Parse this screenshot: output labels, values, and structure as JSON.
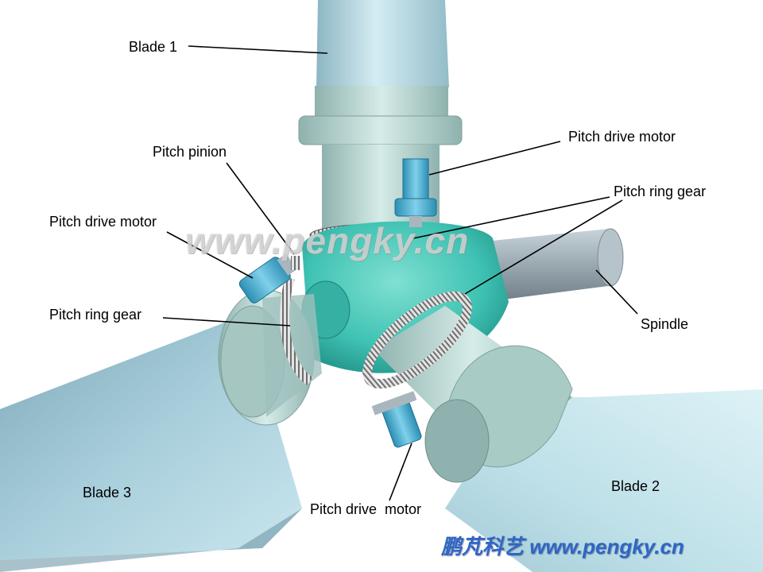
{
  "labels": {
    "blade1": "Blade 1",
    "blade2": "Blade 2",
    "blade3": "Blade 3",
    "spindle": "Spindle",
    "pinion": "Pitch pinion",
    "motor_top": "Pitch drive motor",
    "motor_left": "Pitch drive motor",
    "motor_bottom": "Pitch drive  motor",
    "ring_top": "Pitch ring gear",
    "ring_left": "Pitch ring gear"
  },
  "watermarks": {
    "center": "www.pengky.cn",
    "footer": "鹏芃科艺 www.pengky.cn"
  },
  "colors": {
    "hub": "#3FC2B3",
    "blade": "#B9DCE6",
    "motor": "#4AAFD0",
    "gear": "#C8C8C8",
    "watermark_footer": "#2E66C4"
  }
}
